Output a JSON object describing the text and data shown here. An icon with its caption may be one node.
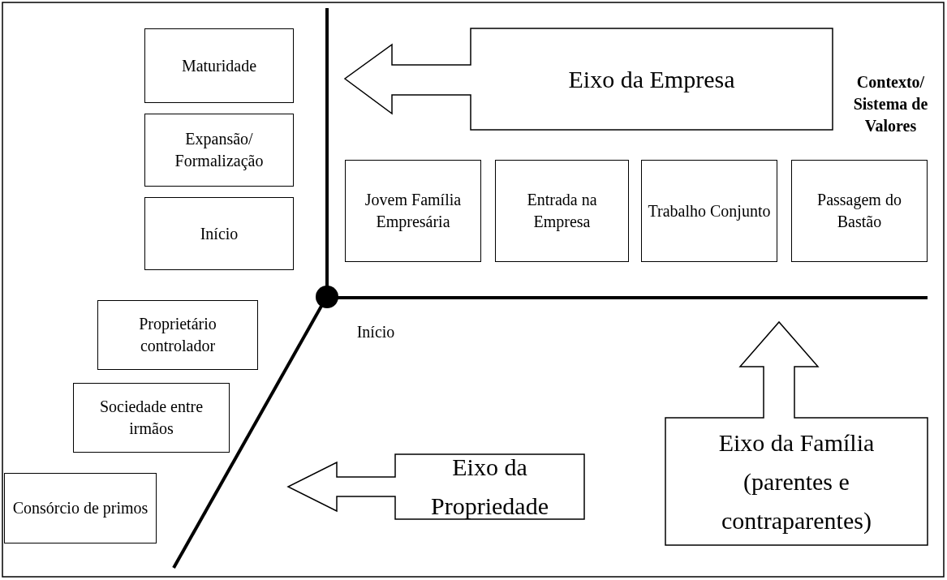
{
  "diagram": {
    "nodes": [
      {
        "text": [
          "Maturidade"
        ]
      },
      {
        "text": [
          "Expansão/ Formalização"
        ]
      },
      {
        "text": [
          "Início"
        ]
      },
      {
        "text": [
          "Jovem Família Empresária"
        ]
      },
      {
        "text": [
          "Entrada na Empresa"
        ]
      },
      {
        "text": [
          "Trabalho Conjunto"
        ]
      },
      {
        "text": [
          "Passagem do Bastão"
        ]
      },
      {
        "text": [
          "Eixo da Empresa"
        ]
      },
      {
        "text": [
          "Proprietário controlador"
        ]
      },
      {
        "text": [
          "Sociedade entre irmãos"
        ]
      },
      {
        "text": [
          "Consórcio de primos"
        ]
      },
      {
        "text": [
          "Eixo da Propriedade"
        ]
      },
      {
        "text": [
          "Eixo da Família (parentes e contraparentes)"
        ]
      }
    ],
    "labels": [
      "Contexto/ Sistema de Valores",
      "Início"
    ]
  }
}
